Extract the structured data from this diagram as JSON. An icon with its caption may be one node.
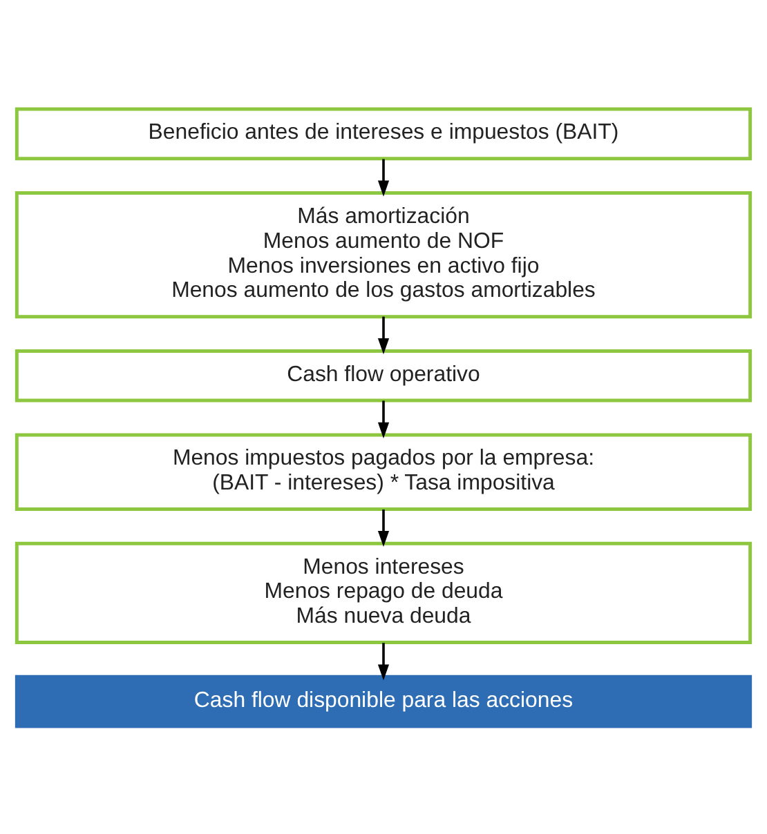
{
  "diagram": {
    "nodes": [
      {
        "text": [
          "Beneficio antes de intereses e impuestos (BAIT)"
        ]
      },
      {
        "text": [
          "Más amortización",
          "Menos aumento de NOF",
          "Menos inversiones en activo fijo",
          "Menos aumento de los gastos amortizables"
        ]
      },
      {
        "text": [
          "Cash flow operativo"
        ]
      },
      {
        "text": [
          "Menos impuestos pagados por la empresa:",
          "(BAIT - intereses) * Tasa impositiva"
        ]
      },
      {
        "text": [
          "Menos intereses",
          "Menos repago de deuda",
          "Más nueva deuda"
        ]
      },
      {
        "text": [
          "Cash flow disponible para las acciones"
        ]
      }
    ],
    "edges": [
      {
        "from": 0,
        "to": 1,
        "arrow": "to"
      },
      {
        "from": 1,
        "to": 2,
        "arrow": "to"
      },
      {
        "from": 2,
        "to": 3,
        "arrow": "to"
      },
      {
        "from": 3,
        "to": 4,
        "arrow": "to"
      },
      {
        "from": 4,
        "to": 5,
        "arrow": "to"
      }
    ]
  }
}
